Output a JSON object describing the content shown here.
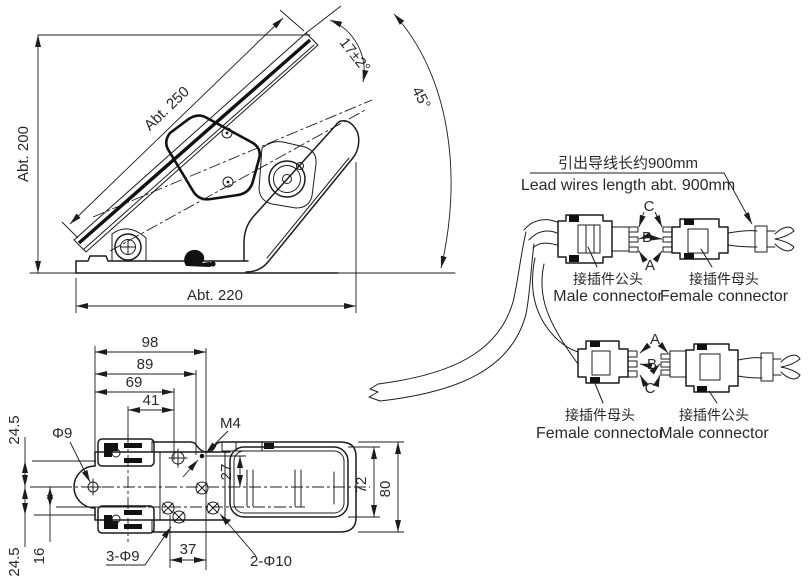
{
  "page": {
    "background": "#ffffff",
    "line_color": "#1c1c1c"
  },
  "side_view": {
    "height": "Abt. 200",
    "pedal_length": "Abt. 250",
    "pedal_travel_angle": "17±2°",
    "mount_angle": "45°",
    "base_length": "Abt. 220"
  },
  "wiring": {
    "lead_note_cn": "引出导线长约900mm",
    "lead_note_en": "Lead wires length abt. 900mm",
    "upper": {
      "pin_top": "C",
      "pin_mid": "B",
      "pin_bottom": "A",
      "left_cn": "接插件公头",
      "left_en": "Male connector",
      "right_cn": "接插件母头",
      "right_en": "Female connector"
    },
    "lower": {
      "pin_top": "A",
      "pin_mid": "B",
      "pin_bottom": "C",
      "left_cn": "接插件母头",
      "left_en": "Female connector",
      "right_cn": "接插件公头",
      "right_en": "Male connector"
    }
  },
  "top_view": {
    "w98": "98",
    "w89": "89",
    "w69": "69",
    "w41": "41",
    "w37": "37",
    "h24_5_top": "24.5",
    "h24_5_bottom": "24.5",
    "h16": "16",
    "h27": "27",
    "h72": "72",
    "h80": "80",
    "m4": "M4",
    "phi9": "Φ9",
    "holes_3_phi9": "3-Φ9",
    "holes_2_phi10": "2-Φ10"
  }
}
